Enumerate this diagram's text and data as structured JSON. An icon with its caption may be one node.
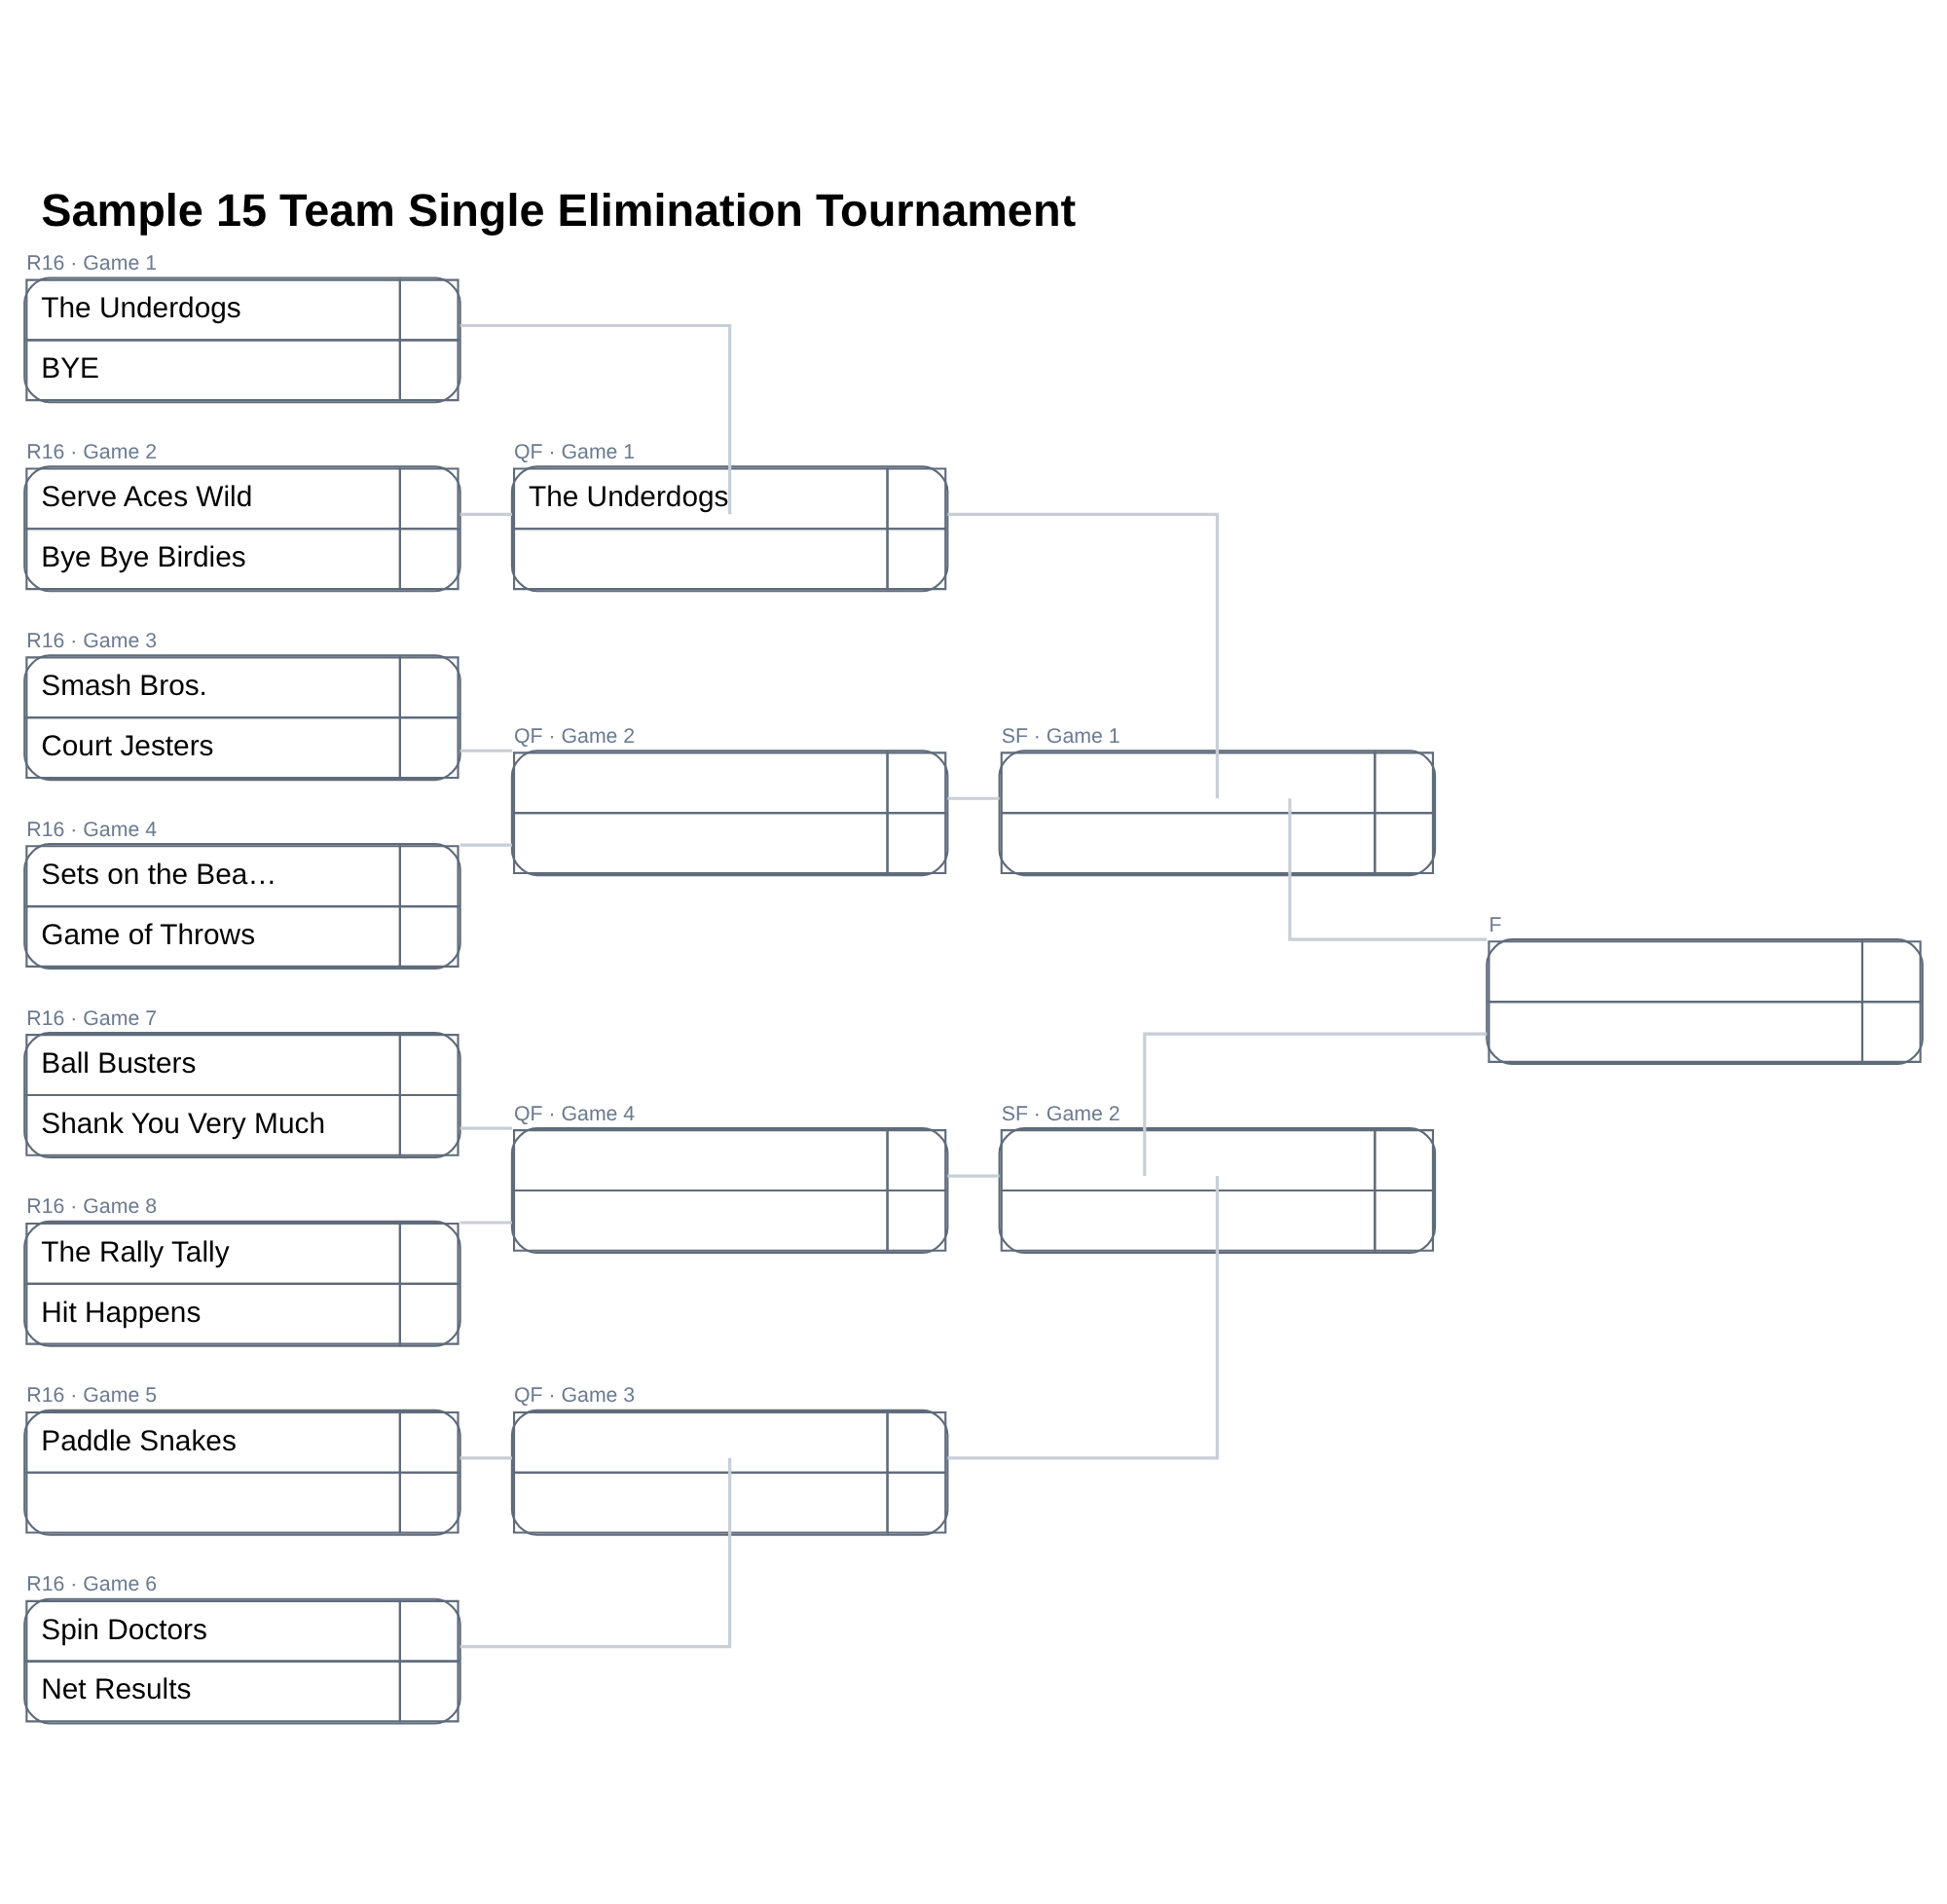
{
  "diagram": {
    "title": "Sample 15 Team Single Elimination Tournament",
    "nodes": [
      {
        "text": [
          "R16 · Game 1",
          "The Underdogs",
          "BYE"
        ]
      },
      {
        "text": [
          "R16 · Game 2",
          "Serve Aces Wild",
          "Bye Bye Birdies"
        ]
      },
      {
        "text": [
          "R16 · Game 3",
          "Smash Bros.",
          "Court Jesters"
        ]
      },
      {
        "text": [
          "R16 · Game 4",
          "Sets on the Bea…",
          "Game of Throws"
        ]
      },
      {
        "text": [
          "R16 · Game 5",
          "Paddle Snakes"
        ]
      },
      {
        "text": [
          "R16 · Game 6",
          "Spin Doctors",
          "Net Results"
        ]
      },
      {
        "text": [
          "R16 · Game 7",
          "Ball Busters",
          "Shank You Very Much"
        ]
      },
      {
        "text": [
          "R16 · Game 8",
          "The Rally Tally",
          "Hit Happens"
        ]
      },
      {
        "text": [
          "QF · Game 1",
          "The Underdogs"
        ]
      },
      {
        "text": [
          "QF · Game 2"
        ]
      },
      {
        "text": [
          "QF · Game 3"
        ]
      },
      {
        "text": [
          "QF · Game 4"
        ]
      },
      {
        "text": [
          "SF · Game 1"
        ]
      },
      {
        "text": [
          "SF · Game 2"
        ]
      },
      {
        "text": [
          "F"
        ]
      }
    ],
    "edges": [
      {
        "from": 0,
        "to": 8,
        "arrow": "none"
      },
      {
        "from": 1,
        "to": 8,
        "arrow": "none"
      },
      {
        "from": 2,
        "to": 9,
        "arrow": "none"
      },
      {
        "from": 3,
        "to": 9,
        "arrow": "none"
      },
      {
        "from": 4,
        "to": 10,
        "arrow": "none"
      },
      {
        "from": 5,
        "to": 10,
        "arrow": "none"
      },
      {
        "from": 6,
        "to": 11,
        "arrow": "none"
      },
      {
        "from": 7,
        "to": 11,
        "arrow": "none"
      },
      {
        "from": 8,
        "to": 12,
        "arrow": "none"
      },
      {
        "from": 9,
        "to": 12,
        "arrow": "none"
      },
      {
        "from": 10,
        "to": 13,
        "arrow": "none"
      },
      {
        "from": 11,
        "to": 13,
        "arrow": "none"
      },
      {
        "from": 12,
        "to": 14,
        "arrow": "none"
      },
      {
        "from": 13,
        "to": 14,
        "arrow": "none"
      }
    ]
  }
}
